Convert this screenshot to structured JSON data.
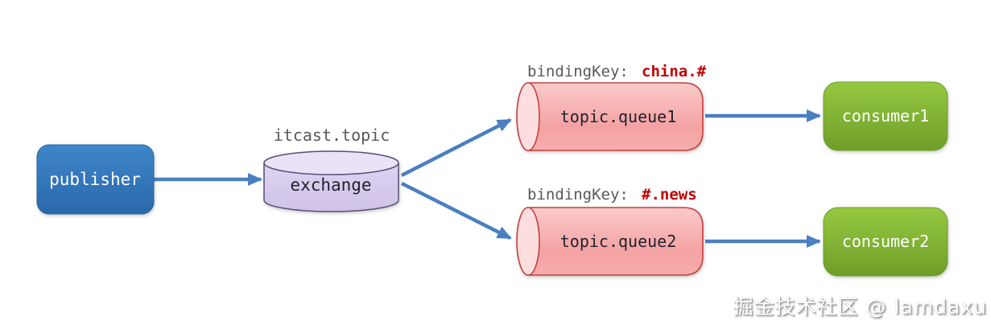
{
  "diagram": {
    "title_hint": "RabbitMQ topic exchange routing diagram",
    "publisher": {
      "label": "publisher"
    },
    "exchange": {
      "name_label": "itcast.topic",
      "label": "exchange"
    },
    "queues": [
      {
        "label": "topic.queue1",
        "binding_key_prefix": "bindingKey:",
        "binding_key": "china.#"
      },
      {
        "label": "topic.queue2",
        "binding_key_prefix": "bindingKey:",
        "binding_key": "#.news"
      }
    ],
    "consumers": [
      {
        "label": "consumer1"
      },
      {
        "label": "consumer2"
      }
    ],
    "connections": [
      {
        "from": "publisher",
        "to": "exchange"
      },
      {
        "from": "exchange",
        "to": "topic.queue1"
      },
      {
        "from": "exchange",
        "to": "topic.queue2"
      },
      {
        "from": "topic.queue1",
        "to": "consumer1"
      },
      {
        "from": "topic.queue2",
        "to": "consumer2"
      }
    ],
    "watermark": "掘金技术社区 @ lamdaxu",
    "colors": {
      "publisher_fill": "#2f74b9",
      "consumer_fill": "#7fb335",
      "exchange_fill": "#d8cdee",
      "exchange_stroke": "#5a5078",
      "queue_fill": "#f6acac",
      "queue_stroke": "#c5413d",
      "arrow": "#4a7fc1",
      "binding_key_red": "#c00000",
      "label_gray": "#595959",
      "dark_text": "#22222e"
    }
  }
}
